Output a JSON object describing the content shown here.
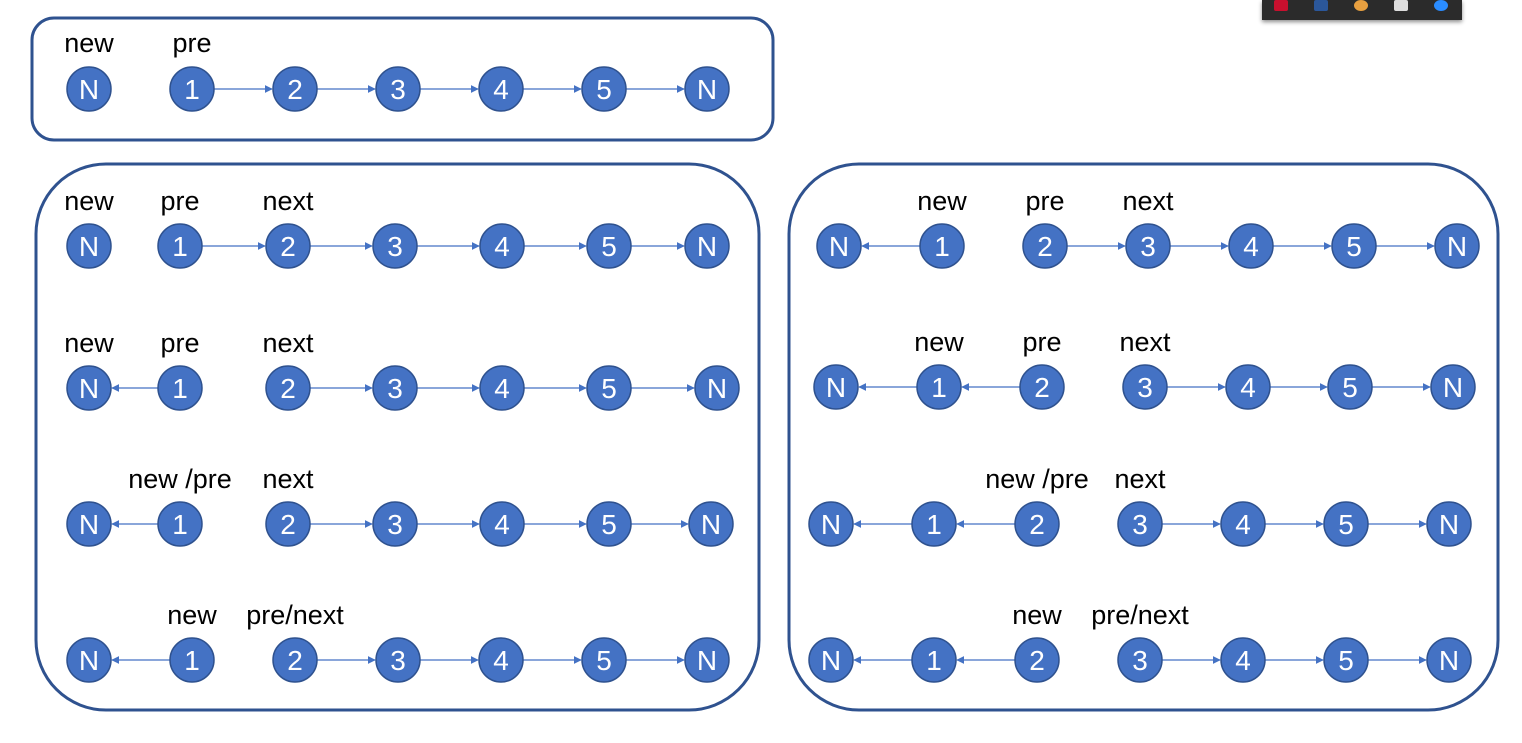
{
  "colors": {
    "node_fill": "#4472c4",
    "node_stroke": "#2f528f",
    "link": "#4472c4",
    "panel_border": "#2f528f",
    "label": "#000000"
  },
  "tray": {
    "icons": [
      {
        "name": "app-red-icon",
        "color": "#c8102e"
      },
      {
        "name": "app-word-icon",
        "color": "#2b579a"
      },
      {
        "name": "app-orange-icon",
        "color": "#e8a040"
      },
      {
        "name": "dropbox-icon",
        "color": "#dddddd"
      },
      {
        "name": "bluetooth-icon",
        "color": "#2a8cff"
      }
    ]
  },
  "panels": [
    {
      "name": "panel-initial",
      "rows": [
        {
          "name": "row-initial",
          "nodes": [
            "N",
            "1",
            "2",
            "3",
            "4",
            "5",
            "N"
          ],
          "links": [
            [
              1,
              2,
              "f"
            ],
            [
              2,
              3,
              "f"
            ],
            [
              3,
              4,
              "f"
            ],
            [
              4,
              5,
              "f"
            ],
            [
              5,
              6,
              "f"
            ]
          ],
          "labels": [
            {
              "text": "new",
              "node": 0
            },
            {
              "text": "pre",
              "node": 1
            }
          ]
        }
      ]
    },
    {
      "name": "panel-steps-left",
      "rows": [
        {
          "name": "row-step-1",
          "nodes": [
            "N",
            "1",
            "2",
            "3",
            "4",
            "5",
            "N"
          ],
          "links": [
            [
              1,
              2,
              "f"
            ],
            [
              2,
              3,
              "f"
            ],
            [
              3,
              4,
              "f"
            ],
            [
              4,
              5,
              "f"
            ],
            [
              5,
              6,
              "f"
            ]
          ],
          "labels": [
            {
              "text": "new",
              "node": 0
            },
            {
              "text": "pre",
              "node": 1
            },
            {
              "text": "next",
              "node": 2
            }
          ]
        },
        {
          "name": "row-step-2",
          "nodes": [
            "N",
            "1",
            "2",
            "3",
            "4",
            "5",
            "N"
          ],
          "links": [
            [
              1,
              0,
              "f"
            ],
            [
              2,
              3,
              "f"
            ],
            [
              3,
              4,
              "f"
            ],
            [
              4,
              5,
              "f"
            ],
            [
              5,
              6,
              "f"
            ]
          ],
          "labels": [
            {
              "text": "new",
              "node": 0
            },
            {
              "text": "pre",
              "node": 1
            },
            {
              "text": "next",
              "node": 2
            }
          ]
        },
        {
          "name": "row-step-3",
          "nodes": [
            "N",
            "1",
            "2",
            "3",
            "4",
            "5",
            "N"
          ],
          "links": [
            [
              1,
              0,
              "f"
            ],
            [
              2,
              3,
              "f"
            ],
            [
              3,
              4,
              "f"
            ],
            [
              4,
              5,
              "f"
            ],
            [
              5,
              6,
              "f"
            ]
          ],
          "labels": [
            {
              "text": "new /pre",
              "node": 1
            },
            {
              "text": "next",
              "node": 2
            }
          ]
        },
        {
          "name": "row-step-4",
          "nodes": [
            "N",
            "1",
            "2",
            "3",
            "4",
            "5",
            "N"
          ],
          "links": [
            [
              1,
              0,
              "f"
            ],
            [
              2,
              3,
              "f"
            ],
            [
              3,
              4,
              "f"
            ],
            [
              4,
              5,
              "f"
            ],
            [
              5,
              6,
              "f"
            ]
          ],
          "labels": [
            {
              "text": "new",
              "node": 1
            },
            {
              "text": "pre/next",
              "node": 2
            }
          ]
        }
      ]
    },
    {
      "name": "panel-steps-right",
      "rows": [
        {
          "name": "row-step-5",
          "nodes": [
            "N",
            "1",
            "2",
            "3",
            "4",
            "5",
            "N"
          ],
          "links": [
            [
              1,
              0,
              "f"
            ],
            [
              2,
              3,
              "f"
            ],
            [
              3,
              4,
              "f"
            ],
            [
              4,
              5,
              "f"
            ],
            [
              5,
              6,
              "f"
            ]
          ],
          "labels": [
            {
              "text": "new",
              "node": 1
            },
            {
              "text": "pre",
              "node": 2
            },
            {
              "text": "next",
              "node": 3
            }
          ]
        },
        {
          "name": "row-step-6",
          "nodes": [
            "N",
            "1",
            "2",
            "3",
            "4",
            "5",
            "N"
          ],
          "links": [
            [
              1,
              0,
              "f"
            ],
            [
              2,
              1,
              "f"
            ],
            [
              3,
              4,
              "f"
            ],
            [
              4,
              5,
              "f"
            ],
            [
              5,
              6,
              "f"
            ]
          ],
          "labels": [
            {
              "text": "new",
              "node": 1
            },
            {
              "text": "pre",
              "node": 2
            },
            {
              "text": "next",
              "node": 3
            }
          ]
        },
        {
          "name": "row-step-7",
          "nodes": [
            "N",
            "1",
            "2",
            "3",
            "4",
            "5",
            "N"
          ],
          "links": [
            [
              1,
              0,
              "f"
            ],
            [
              2,
              1,
              "f"
            ],
            [
              3,
              4,
              "f"
            ],
            [
              4,
              5,
              "f"
            ],
            [
              5,
              6,
              "f"
            ]
          ],
          "labels": [
            {
              "text": "new /pre",
              "node": 2
            },
            {
              "text": "next",
              "node": 3
            }
          ]
        },
        {
          "name": "row-step-8",
          "nodes": [
            "N",
            "1",
            "2",
            "3",
            "4",
            "5",
            "N"
          ],
          "links": [
            [
              1,
              0,
              "f"
            ],
            [
              2,
              1,
              "f"
            ],
            [
              3,
              4,
              "f"
            ],
            [
              4,
              5,
              "f"
            ],
            [
              5,
              6,
              "f"
            ]
          ],
          "labels": [
            {
              "text": "new",
              "node": 2
            },
            {
              "text": "pre/next",
              "node": 3
            }
          ]
        }
      ]
    }
  ]
}
